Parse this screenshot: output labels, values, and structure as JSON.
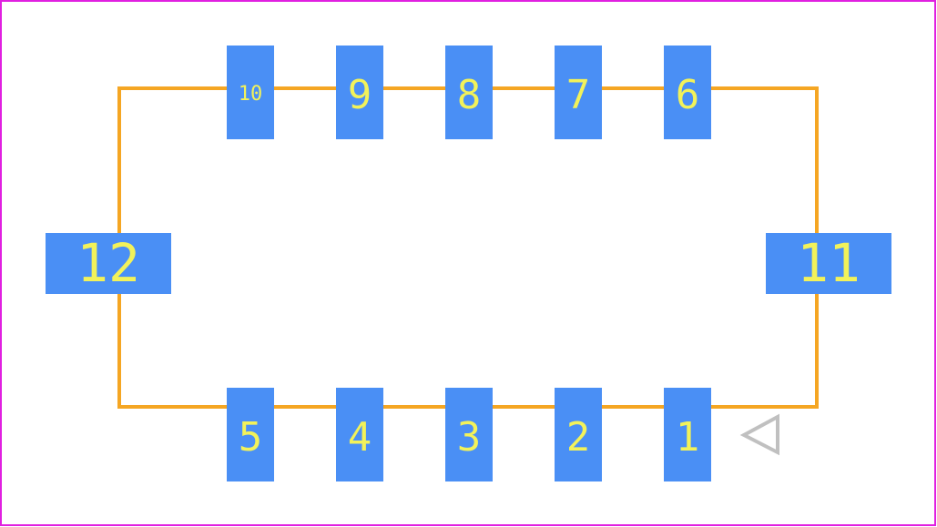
{
  "footprint": {
    "colors": {
      "border": "#e020e0",
      "outline": "#f5a623",
      "pad": "#4a8ff5",
      "label": "#f2f25a",
      "pin1_marker": "#c0c0c0"
    },
    "pads": [
      {
        "id": "10",
        "label": "10"
      },
      {
        "id": "9",
        "label": "9"
      },
      {
        "id": "8",
        "label": "8"
      },
      {
        "id": "7",
        "label": "7"
      },
      {
        "id": "6",
        "label": "6"
      },
      {
        "id": "12",
        "label": "12"
      },
      {
        "id": "11",
        "label": "11"
      },
      {
        "id": "5",
        "label": "5"
      },
      {
        "id": "4",
        "label": "4"
      },
      {
        "id": "3",
        "label": "3"
      },
      {
        "id": "2",
        "label": "2"
      },
      {
        "id": "1",
        "label": "1"
      }
    ],
    "pin1_marker_icon": "triangle-left-icon"
  }
}
